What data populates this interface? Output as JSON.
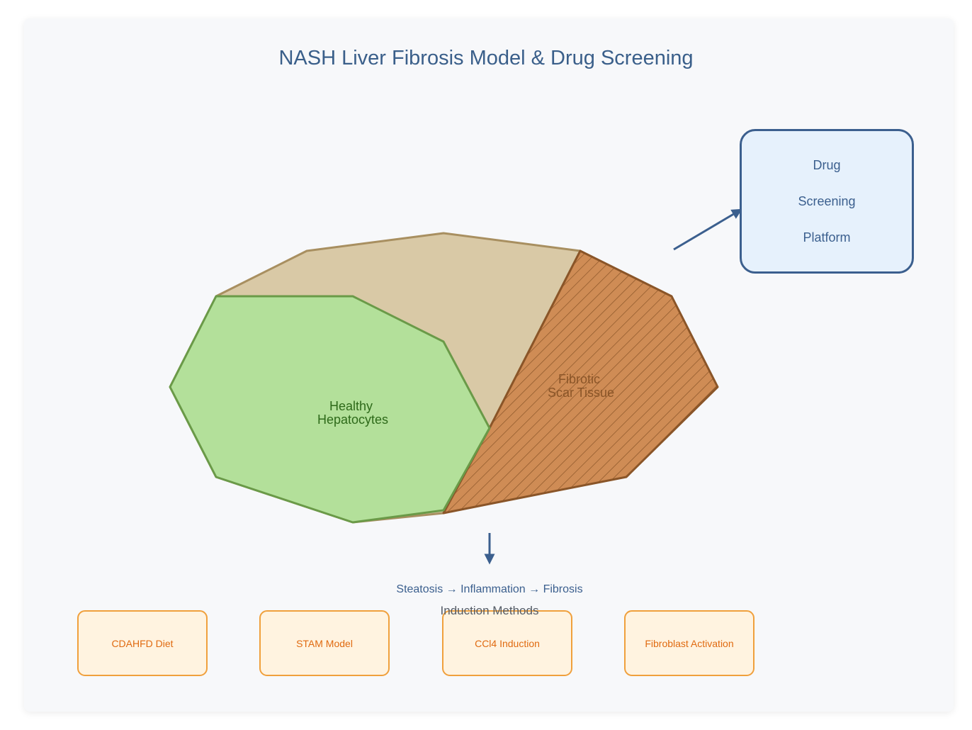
{
  "title": "NASH Liver Fibrosis Model & Drug Screening",
  "liver": {
    "healthy_label": [
      "Healthy",
      "Hepatocytes"
    ],
    "fibrotic_label": [
      "Fibrotic",
      "Scar Tissue"
    ]
  },
  "drug_screening": {
    "lines": [
      "Drug",
      "Screening",
      "Platform"
    ]
  },
  "pathway_text": "Steatosis → Inflammation → Fibrosis",
  "induction_heading": "Induction Methods",
  "induction_methods": [
    {
      "label": "CDAHFD Diet"
    },
    {
      "label": "STAM Model"
    },
    {
      "label": "CCl4 Induction"
    },
    {
      "label": "Fibroblast Activation"
    }
  ],
  "colors": {
    "healthy_fill": "#b3e09a",
    "healthy_stroke": "#6a9a48",
    "steatotic_fill": "#d9c9a6",
    "steatotic_stroke": "#a88f60",
    "fibrotic_fill": "#cf8c55",
    "fibrotic_stroke": "#8a5528",
    "accent": "#3b5f8e",
    "method_stroke": "#f0a03c"
  }
}
